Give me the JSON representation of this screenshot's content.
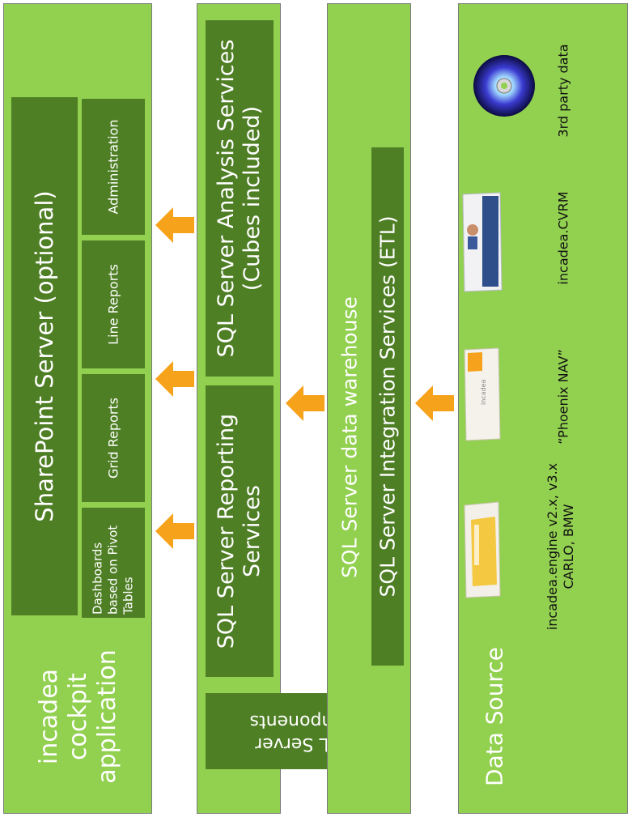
{
  "columns": {
    "cockpit": {
      "label": "incadea cockpit application",
      "sharepoint": "SharePoint Server (optional)",
      "modules": [
        "Dashboards based on Pivot Tables",
        "Grid Reports",
        "Line Reports",
        "Administration"
      ]
    },
    "sql_components": {
      "label": "SQL Server components",
      "analysis": "SQL Server Analysis Services (Cubes included)",
      "reporting": "SQL Server Reporting Services"
    },
    "warehouse": {
      "dw": "SQL Server data warehouse",
      "etl": "SQL Server Integration Services (ETL)"
    },
    "data_source": {
      "label": "Data Source",
      "items": [
        {
          "label": "incadea.engine v2.x, v3.x CARLO, BMW",
          "icon": "software-box-icon"
        },
        {
          "label": "“Phoenix NAV”",
          "icon": "software-box-icon"
        },
        {
          "label": "incadea.CVRM",
          "icon": "software-box-icon"
        },
        {
          "label": "3rd party data",
          "icon": "cd-disc-icon"
        }
      ]
    }
  },
  "colors": {
    "light_green": "#92d050",
    "dark_green": "#4f7f25",
    "arrow_orange": "#f7a21b"
  }
}
